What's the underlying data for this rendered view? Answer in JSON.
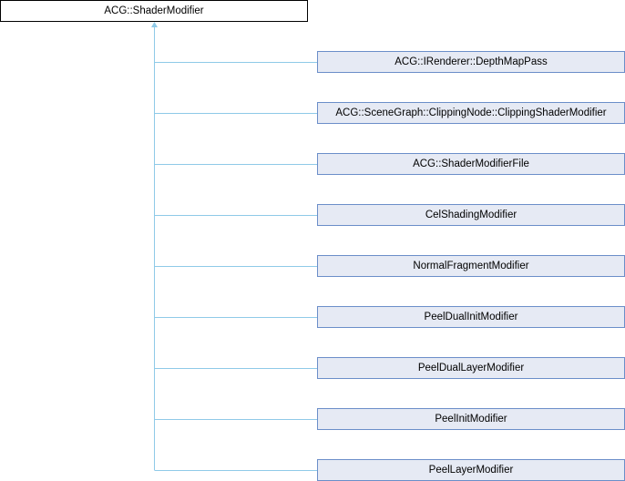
{
  "base_class": "ACG::ShaderModifier",
  "derived_classes": [
    "ACG::IRenderer::DepthMapPass",
    "ACG::SceneGraph::ClippingNode::ClippingShaderModifier",
    "ACG::ShaderModifierFile",
    "CelShadingModifier",
    "NormalFragmentModifier",
    "PeelDualInitModifier",
    "PeelDualLayerModifier",
    "PeelInitModifier",
    "PeelLayerModifier"
  ],
  "colors": {
    "edge": "#8fcae8",
    "child_border": "#6b8ec9",
    "child_fill": "#e6eaf4"
  }
}
